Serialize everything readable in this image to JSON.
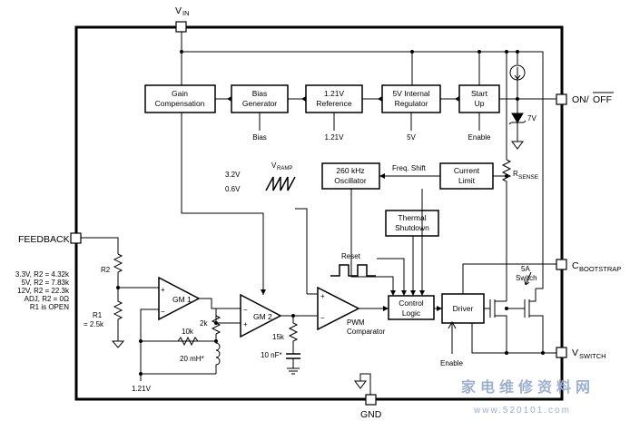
{
  "pins": {
    "vin": "V",
    "vin_sub": "IN",
    "on_off": "ON/",
    "on_off_bar": "OFF",
    "feedback": "FEEDBACK",
    "cbootstrap": "C",
    "cbootstrap_sub": "BOOTSTRAP",
    "vswitch": "V",
    "vswitch_sub": "SWITCH",
    "gnd": "GND"
  },
  "blocks": {
    "gain_comp": [
      "Gain",
      "Compensation"
    ],
    "bias_gen": [
      "Bias",
      "Generator"
    ],
    "reference": [
      "1.21V",
      "Reference"
    ],
    "regulator": [
      "5V Internal",
      "Regulator"
    ],
    "startup": [
      "Start",
      "Up"
    ],
    "oscillator": [
      "260 kHz",
      "Oscillator"
    ],
    "current_limit": [
      "Current",
      "Limit"
    ],
    "thermal": [
      "Thermal",
      "Shutdown"
    ],
    "control": [
      "Control",
      "Logic"
    ],
    "driver": "Driver",
    "gm1": "GM 1",
    "gm2": "GM 2"
  },
  "labels": {
    "bias_out": "Bias",
    "ref_out": "1.21V",
    "reg_out": "5V",
    "enable_top": "Enable",
    "zener": "7V",
    "vramp": "V",
    "vramp_sub": "RAMP",
    "ramp_hi": "3.2V",
    "ramp_lo": "0.6V",
    "freq_shift": "Freq. Shift",
    "rsense": "R",
    "rsense_sub": "SENSE",
    "reset": "Reset",
    "pwm_comp": [
      "PWM",
      "Comparator"
    ],
    "r2": "R2",
    "r1": [
      "R1",
      "= 2.5k"
    ],
    "r10k": "10k",
    "r2k": "2k",
    "l20mh": "20 mH*",
    "r15k": "15k",
    "c10nf": "10 nF*",
    "ref_bottom": "1.21V",
    "switch_5a": [
      "5A",
      "Switch"
    ],
    "enable_bottom": "Enable",
    "table": [
      "3.3V, R2 = 4.32k",
      "5V, R2 = 7.83k",
      "12V, R2 = 22.3k",
      "ADJ, R2 = 0Ω",
      "R1 is OPEN"
    ],
    "plus": "+",
    "minus": "−"
  },
  "watermark": {
    "cn": "家电维修资料网",
    "url": "www.520101.com"
  }
}
